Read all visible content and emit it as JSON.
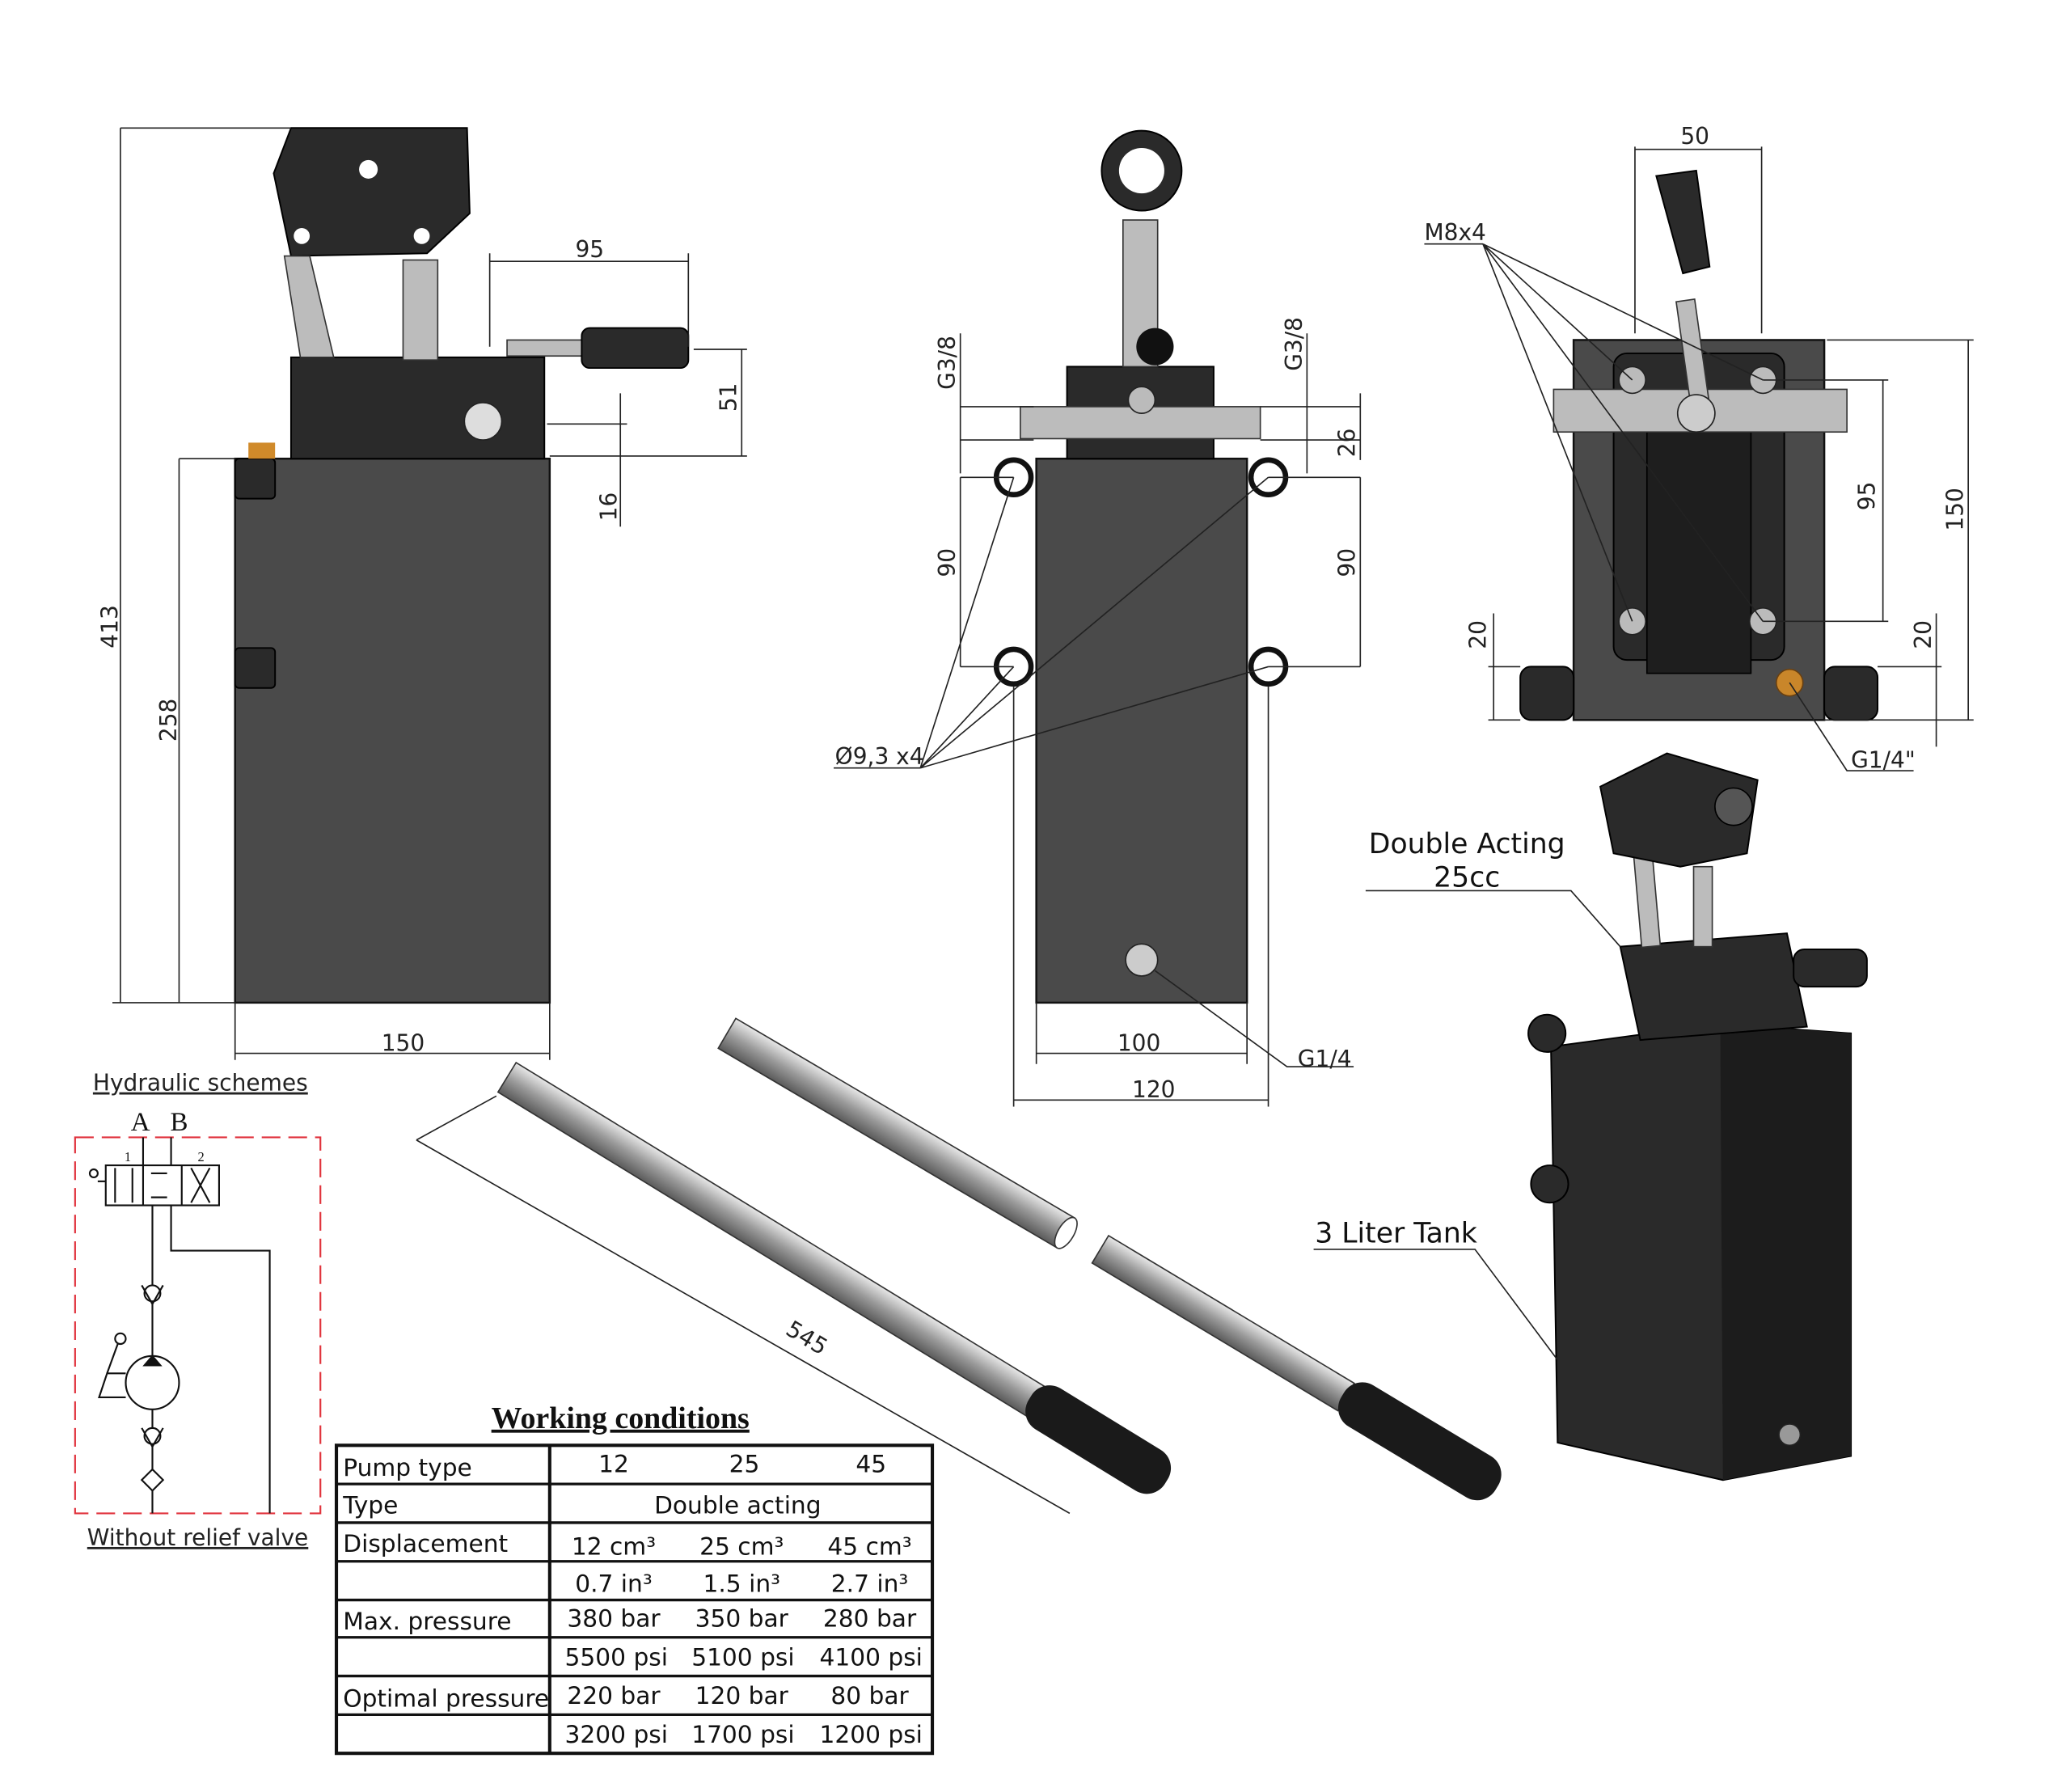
{
  "side_view": {
    "height_total": "413",
    "tank_height": "258",
    "width": "150",
    "handle_offset": "95",
    "port_height": "51",
    "port_offset": "16"
  },
  "front_view": {
    "port_left": "G3/8",
    "port_right": "G3/8",
    "port_spacing": "26",
    "hole_spacing_left": "90",
    "hole_spacing_right": "90",
    "inner_width": "100",
    "outer_width": "120",
    "holes": "Ø9,3 x4",
    "drain": "G1/4"
  },
  "top_view": {
    "handle_width": "50",
    "bolts": "M8x4",
    "bolt_spacing": "95",
    "depth": "150",
    "foot_left": "20",
    "foot_right": "20",
    "fill_port": "G1/4\""
  },
  "iso_view": {
    "label_line1": "Double Acting",
    "label_line2": "25cc",
    "tank_label": "3 Liter Tank"
  },
  "lever": {
    "length": "545"
  },
  "scheme": {
    "title": "Hydraulic schemes",
    "port_a": "A",
    "port_b": "B",
    "pos1": "1",
    "pos2": "2",
    "caption": "Without relief valve",
    "border_color": "#e0323c"
  },
  "table": {
    "title": "Working conditions",
    "header": {
      "label": "Pump type",
      "values": [
        "12",
        "25",
        "45"
      ]
    },
    "type": {
      "label": "Type",
      "value": "Double acting"
    },
    "rows": [
      {
        "label": "Displacement",
        "values": [
          "12 cm³",
          "25 cm³",
          "45 cm³"
        ]
      },
      {
        "label": "",
        "values": [
          "0.7 in³",
          "1.5 in³",
          "2.7 in³"
        ]
      },
      {
        "label": "Max. pressure",
        "values": [
          "380 bar",
          "350 bar",
          "280 bar"
        ]
      },
      {
        "label": "",
        "values": [
          "5500 psi",
          "5100 psi",
          "4100 psi"
        ]
      },
      {
        "label": "Optimal pressure",
        "values": [
          "220 bar",
          "120 bar",
          "80 bar"
        ]
      },
      {
        "label": "",
        "values": [
          "3200 psi",
          "1700 psi",
          "1200 psi"
        ]
      }
    ]
  }
}
